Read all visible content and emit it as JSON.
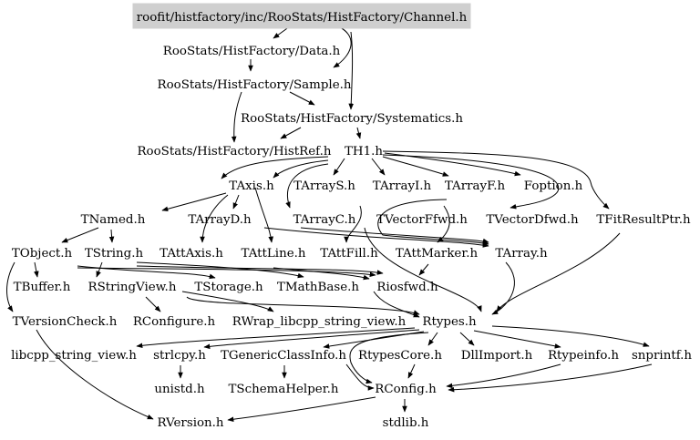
{
  "graph": {
    "root": "roofit/histfactory/inc/RooStats/HistFactory/Channel.h",
    "nodes": [
      {
        "id": "data",
        "label": "RooStats/HistFactory/Data.h"
      },
      {
        "id": "sample",
        "label": "RooStats/HistFactory/Sample.h"
      },
      {
        "id": "systematics",
        "label": "RooStats/HistFactory/Systematics.h"
      },
      {
        "id": "histref",
        "label": "RooStats/HistFactory/HistRef.h"
      },
      {
        "id": "th1",
        "label": "TH1.h"
      },
      {
        "id": "taxis",
        "label": "TAxis.h"
      },
      {
        "id": "tarrays",
        "label": "TArrayS.h"
      },
      {
        "id": "tarrayi",
        "label": "TArrayI.h"
      },
      {
        "id": "tarrayf",
        "label": "TArrayF.h"
      },
      {
        "id": "foption",
        "label": "Foption.h"
      },
      {
        "id": "tnamed",
        "label": "TNamed.h"
      },
      {
        "id": "tarrayd",
        "label": "TArrayD.h"
      },
      {
        "id": "tarrayc",
        "label": "TArrayC.h"
      },
      {
        "id": "tvectorffwd",
        "label": "TVectorFfwd.h"
      },
      {
        "id": "tvectordfwd",
        "label": "TVectorDfwd.h"
      },
      {
        "id": "tfitresultptr",
        "label": "TFitResultPtr.h"
      },
      {
        "id": "tobject",
        "label": "TObject.h"
      },
      {
        "id": "tstring",
        "label": "TString.h"
      },
      {
        "id": "tattaxis",
        "label": "TAttAxis.h"
      },
      {
        "id": "tattline",
        "label": "TAttLine.h"
      },
      {
        "id": "tattfill",
        "label": "TAttFill.h"
      },
      {
        "id": "tattmarker",
        "label": "TAttMarker.h"
      },
      {
        "id": "tarray",
        "label": "TArray.h"
      },
      {
        "id": "tbuffer",
        "label": "TBuffer.h"
      },
      {
        "id": "rstringview",
        "label": "RStringView.h"
      },
      {
        "id": "tstorage",
        "label": "TStorage.h"
      },
      {
        "id": "tmathbase",
        "label": "TMathBase.h"
      },
      {
        "id": "riosfwd",
        "label": "Riosfwd.h"
      },
      {
        "id": "tversioncheck",
        "label": "TVersionCheck.h"
      },
      {
        "id": "rconfigure",
        "label": "RConfigure.h"
      },
      {
        "id": "rwrap",
        "label": "RWrap_libcpp_string_view.h"
      },
      {
        "id": "rtypes",
        "label": "Rtypes.h"
      },
      {
        "id": "libcpp",
        "label": "libcpp_string_view.h"
      },
      {
        "id": "strlcpy",
        "label": "strlcpy.h"
      },
      {
        "id": "tgenericclassinfo",
        "label": "TGenericClassInfo.h"
      },
      {
        "id": "rtypescore",
        "label": "RtypesCore.h"
      },
      {
        "id": "dllimport",
        "label": "DllImport.h"
      },
      {
        "id": "rtypeinfo",
        "label": "Rtypeinfo.h"
      },
      {
        "id": "snprintf",
        "label": "snprintf.h"
      },
      {
        "id": "unistd",
        "label": "unistd.h"
      },
      {
        "id": "tschemahelper",
        "label": "TSchemaHelper.h"
      },
      {
        "id": "rconfig",
        "label": "RConfig.h"
      },
      {
        "id": "rversion",
        "label": "RVersion.h"
      },
      {
        "id": "stdlib",
        "label": "stdlib.h"
      }
    ]
  }
}
